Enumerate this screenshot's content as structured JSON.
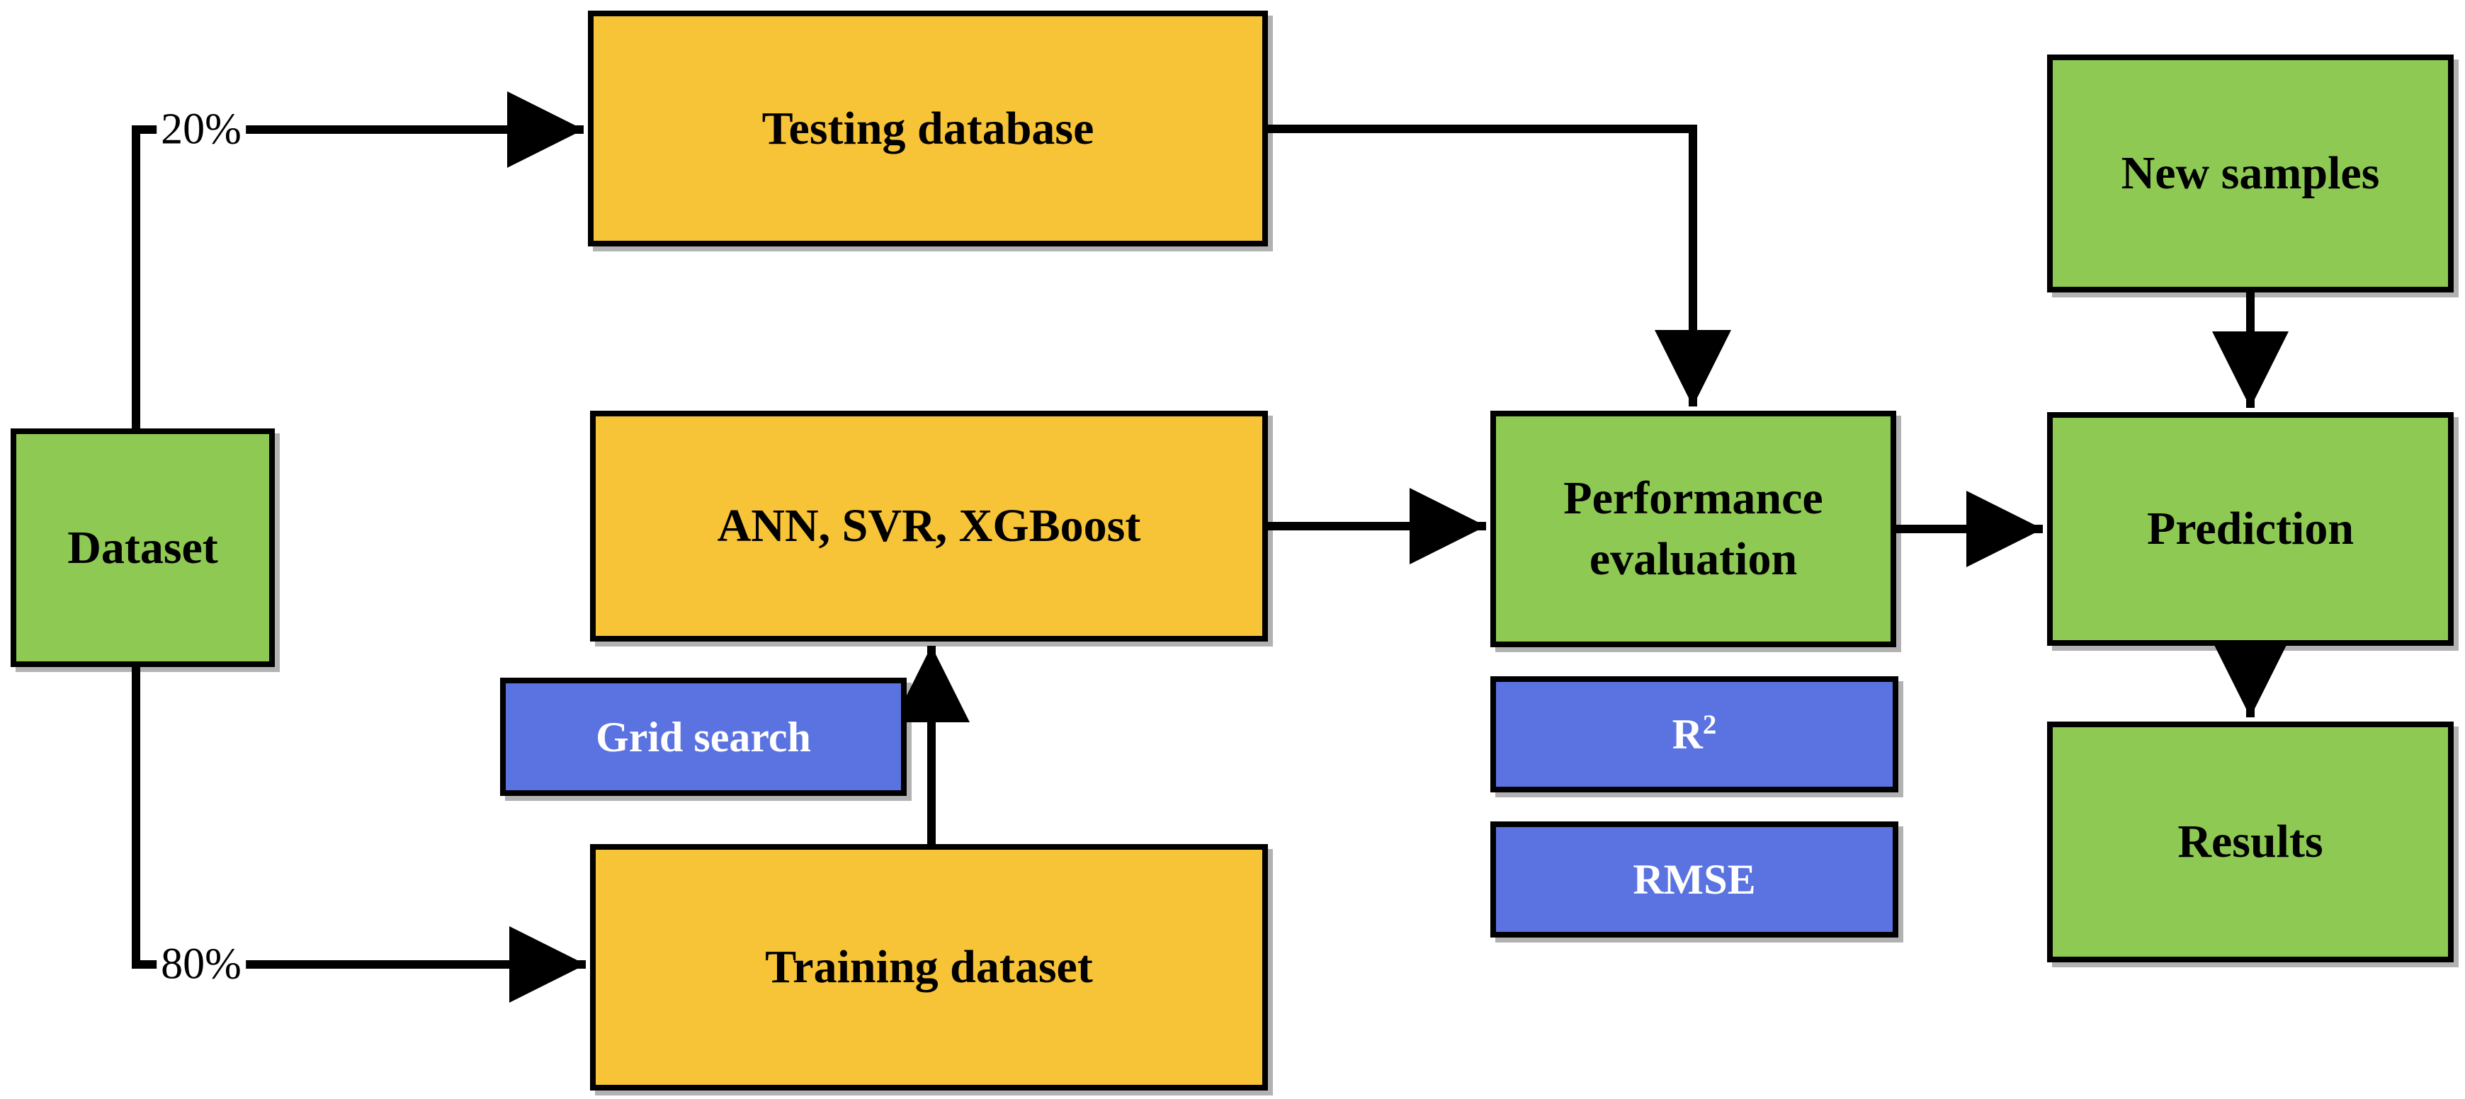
{
  "diagram": {
    "title": "Machine learning workflow flowchart",
    "colors": {
      "green": "#8ec954",
      "orange": "#f7c437",
      "blue": "#5b73e0",
      "line": "#000000",
      "bg": "#ffffff"
    },
    "nodes": {
      "dataset": {
        "label": "Dataset"
      },
      "testing_database": {
        "label": "Testing database"
      },
      "ann_svr_xgboost": {
        "label": "ANN, SVR, XGBoost"
      },
      "grid_search": {
        "label": "Grid search"
      },
      "training_dataset": {
        "label": "Training dataset"
      },
      "performance_evaluation": {
        "label": "Performance evaluation"
      },
      "r_squared": {
        "base": "R",
        "sup": "2"
      },
      "rmse": {
        "label": "RMSE"
      },
      "new_samples": {
        "label": "New samples"
      },
      "prediction": {
        "label": "Prediction"
      },
      "results": {
        "label": "Results"
      }
    },
    "edge_labels": {
      "testing_split": "20%",
      "training_split": "80%"
    }
  }
}
